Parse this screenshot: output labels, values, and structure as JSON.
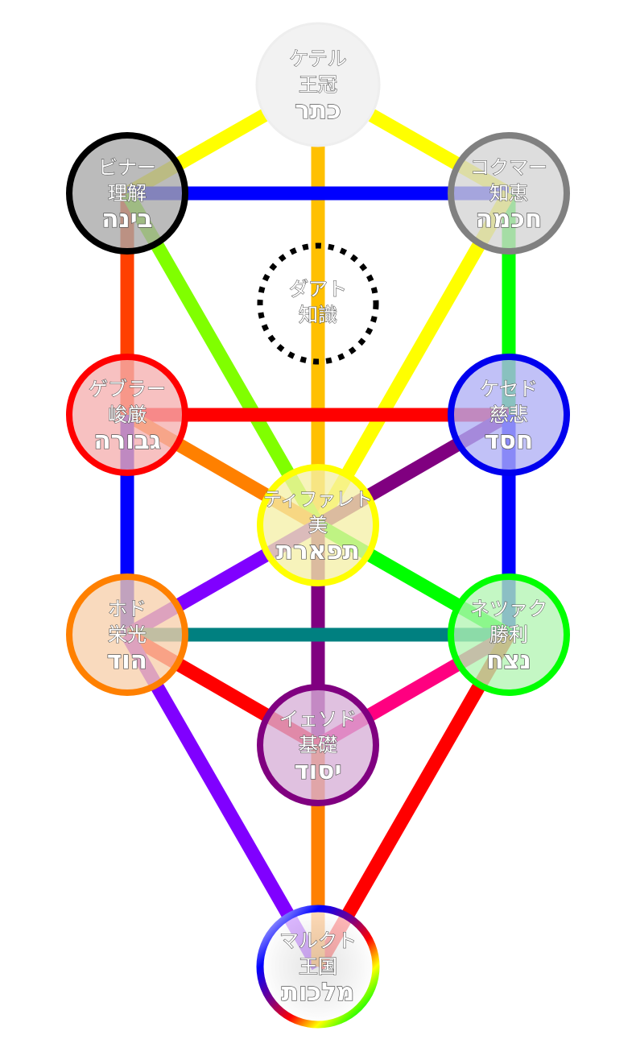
{
  "diagram": {
    "sephirot": [
      {
        "id": "keter",
        "kana": "ケテル",
        "kanji": "王冠",
        "hebrew": "כתר",
        "fill": "#f2f2f2",
        "stroke": "#eeeeee"
      },
      {
        "id": "chokmah",
        "kana": "コクマー",
        "kanji": "知恵",
        "hebrew": "חכמה",
        "fill": "#d4d4d4",
        "stroke": "#808080"
      },
      {
        "id": "binah",
        "kana": "ビナー",
        "kanji": "理解",
        "hebrew": "בינה",
        "fill": "#a8a8a8",
        "stroke": "#000000"
      },
      {
        "id": "daat",
        "kana": "ダアト",
        "kanji": "知識",
        "hebrew": "",
        "fill": "#ffffff",
        "stroke": "#000000"
      },
      {
        "id": "chesed",
        "kana": "ケセド",
        "kanji": "慈悲",
        "hebrew": "חסד",
        "fill": "#b0b0f5",
        "stroke": "#0000ee"
      },
      {
        "id": "geburah",
        "kana": "ゲブラー",
        "kanji": "峻厳",
        "hebrew": "גבורה",
        "fill": "#f5b0b0",
        "stroke": "#ff0000"
      },
      {
        "id": "tiphareth",
        "kana": "ティファレト",
        "kanji": "美",
        "hebrew": "תפארת",
        "fill": "#f5f0a8",
        "stroke": "#ffff00"
      },
      {
        "id": "netzach",
        "kana": "ネツァク",
        "kanji": "勝利",
        "hebrew": "נצח",
        "fill": "#b4f5b4",
        "stroke": "#00ff00"
      },
      {
        "id": "hod",
        "kana": "ホド",
        "kanji": "栄光",
        "hebrew": "הוד",
        "fill": "#f7d0ac",
        "stroke": "#ff8000"
      },
      {
        "id": "yesod",
        "kana": "イェソド",
        "kanji": "基礎",
        "hebrew": "יסוד",
        "fill": "#d7b0d7",
        "stroke": "#800080"
      },
      {
        "id": "malkuth",
        "kana": "マルクト",
        "kanji": "王国",
        "hebrew": "מלכות",
        "fill": "#f0f0f0",
        "stroke": "#cccccc"
      }
    ],
    "paths": [
      {
        "from": "keter",
        "to": "chokmah",
        "color": "#ffff00"
      },
      {
        "from": "keter",
        "to": "binah",
        "color": "#ffff00"
      },
      {
        "from": "keter",
        "to": "tiphareth",
        "color": "#ffc000"
      },
      {
        "from": "chokmah",
        "to": "binah",
        "color": "#0000ff"
      },
      {
        "from": "chokmah",
        "to": "chesed",
        "color": "#00ff00"
      },
      {
        "from": "chokmah",
        "to": "tiphareth",
        "color": "#ffff00"
      },
      {
        "from": "binah",
        "to": "geburah",
        "color": "#ff4000"
      },
      {
        "from": "binah",
        "to": "tiphareth",
        "color": "#80ff00"
      },
      {
        "from": "chesed",
        "to": "geburah",
        "color": "#ff0000"
      },
      {
        "from": "chesed",
        "to": "tiphareth",
        "color": "#800080"
      },
      {
        "from": "chesed",
        "to": "netzach",
        "color": "#0000ff"
      },
      {
        "from": "geburah",
        "to": "tiphareth",
        "color": "#ff8000"
      },
      {
        "from": "geburah",
        "to": "hod",
        "color": "#0000ff"
      },
      {
        "from": "tiphareth",
        "to": "netzach",
        "color": "#00ff00"
      },
      {
        "from": "tiphareth",
        "to": "hod",
        "color": "#8000ff"
      },
      {
        "from": "tiphareth",
        "to": "yesod",
        "color": "#800080"
      },
      {
        "from": "netzach",
        "to": "hod",
        "color": "#008080"
      },
      {
        "from": "netzach",
        "to": "yesod",
        "color": "#ff0080"
      },
      {
        "from": "netzach",
        "to": "malkuth",
        "color": "#ff0000"
      },
      {
        "from": "hod",
        "to": "yesod",
        "color": "#ff0000"
      },
      {
        "from": "hod",
        "to": "malkuth",
        "color": "#8000ff"
      },
      {
        "from": "yesod",
        "to": "malkuth",
        "color": "#ff8000"
      }
    ],
    "malkuth_ring_colors": [
      "#00a000",
      "#c8c800",
      "#ff0000",
      "#000000",
      "#ff0000",
      "#ffff00",
      "#00ff00",
      "#0000ff",
      "#800080",
      "#ffffff"
    ]
  }
}
